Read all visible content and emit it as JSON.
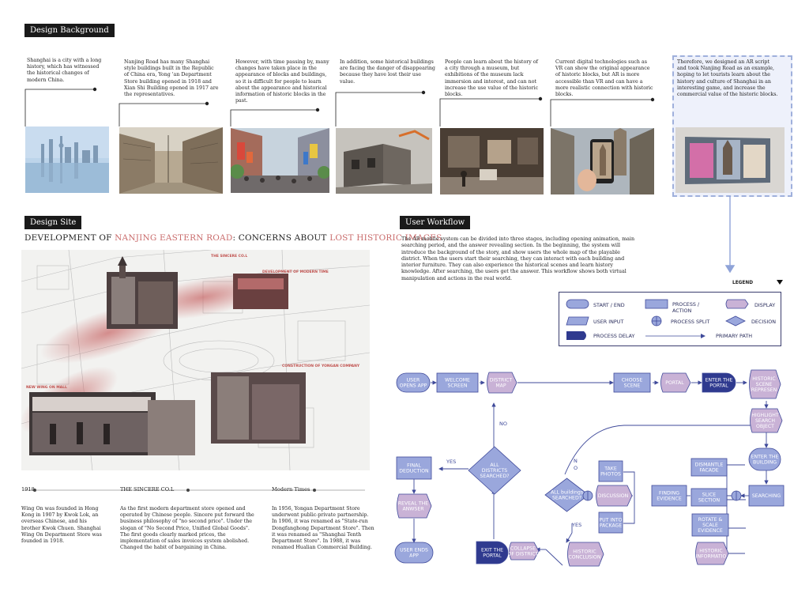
{
  "sections": {
    "background_title": "Design Background",
    "site_title": "Design Site",
    "workflow_title": "User Workflow"
  },
  "background": [
    {
      "text": "Shanghai is a city with a long history, which has witnessed the historical changes of modern China."
    },
    {
      "text": "Nanjing Road has many Shanghai style buildings built in the Republic of China era, Yong 'an Department Store building opened in 1918 and Xian Shi Building opened in 1917 are the representatives."
    },
    {
      "text": "However, with time passing by, many changes have taken place in the appearance of blocks and buildings, so it is difficult for people to learn about the appearance and historical information of historic blocks in the past."
    },
    {
      "text": "In addition, some historical buildings are facing the danger of disappearing because they have lost their use value."
    },
    {
      "text": "People can learn about the history of a city through a museum, but exhibitions of the museum lack immersion and interest, and can not increase the use value of the historic blocks."
    },
    {
      "text": "Current digital technologies such as VR can show the original appearance of historic blocks, but AR is more accessible than VR and can have a more realistic connection with historic blocks."
    },
    {
      "text": "Therefore, we designed an AR script and took Nanjing Road as an example, hoping to let tourists learn about the history and culture of Shanghai in an interesting game, and increase the commercial value of the historic blocks."
    }
  ],
  "site": {
    "headline_a": "DEVELOPMENT OF ",
    "headline_b": "NANJING EASTERN ROAD",
    "headline_c": ": CONCERNS ABOUT ",
    "headline_d": "LOST HISTORIC IMAGES",
    "map_labels": [
      "THE SINCERE CO.L",
      "DEVELOPMENT OF MODERN TIME",
      "CONSTRUCTION OF YONGAN COMPANY",
      "NEW WING ON MALL"
    ],
    "timeline": [
      {
        "label": "1918",
        "text": "Wing On was founded in Hong Kong in 1907 by Kwok Lok, an overseas Chinese, and his brother Kwok Chuen. Shanghai Wing On Department Store was founded in 1918."
      },
      {
        "label": "THE SINCERE CO.L",
        "text": "As the first modern department store opened and operated by Chinese people. Sincere put forward the business philosophy of \"no second price\". Under the slogan of \"No Second Price, Unified Global Goods\". The first goods clearly marked prices, the implementation of sales invoices system abolished. Changed the habit of bargaining in China."
      },
      {
        "label": "Modern Times",
        "text": "In 1956, Yongan Department Store underwent public-private partnership. In 1906, it was renamed as \"State-run Dongfanghong Department Store\". Then it was renamed as \"Shanghai Tenth Department Store\". In 1988, it was renamed Hualian Commercial Building."
      }
    ]
  },
  "workflow": {
    "intro": "The AR mobile system can be divided into three stages, including opening animation, main searching period, and the answer revealing section. In the beginning, the system will introduce the background of the story, and show users the whole map of the playable district. When the users start their searching, they can interact with each building and interior furniture. They can also experience the historical scenes and learn history knowledge. After searching, the users get the answer. This workflow shows both virtual manipulation and actions in the real world.",
    "legend": {
      "title": "LEGEND",
      "start_end": "START / END",
      "process_action_1": "PROCESS /",
      "process_action_2": "ACTION",
      "display": "DISPLAY",
      "user_input": "USER INPUT",
      "process_split": "PROCESS SPLIT",
      "decision": "DECISION",
      "process_delay": "PROCESS DELAY",
      "primary_path": "PRIMARY PATH"
    },
    "nodes": {
      "user_opens_app": [
        "USER",
        "OPENS APP"
      ],
      "welcome_screen": [
        "WELCOME",
        "SCREEN"
      ],
      "district_map": [
        "DISTRICT",
        "MAP"
      ],
      "choose_scene": [
        "CHOOSE",
        "SCENE"
      ],
      "portal": [
        "PORTAL"
      ],
      "enter_the_portal": [
        "ENTER THE",
        "PORTAL"
      ],
      "historic_scene": [
        "HISTORIC",
        "SCENE",
        "REPRESEN"
      ],
      "highlight": [
        "HIGHLIGHT",
        "SEARCH",
        "OBJECT"
      ],
      "enter_building": [
        "ENTER THE",
        "BUILDING"
      ],
      "searching": [
        "SEARCHING"
      ],
      "dismantle": [
        "DISMANTLE",
        "FACADE"
      ],
      "slice": [
        "SLICE",
        "SECTION"
      ],
      "rotate": [
        "ROTATE &",
        "SCALE",
        "EVIDENCE"
      ],
      "historic_info": [
        "HISTORIC",
        "INFORMATIO"
      ],
      "finding_evidence": [
        "FINDING",
        "EVIDENCE"
      ],
      "take_photos": [
        "TAKE",
        "PHOTOS"
      ],
      "discussion": [
        "DISCUSSION"
      ],
      "put_into_package": [
        "PUT INTO",
        "PACKAGE"
      ],
      "all_buildings": [
        "ALL buildings",
        "SEARCHED?"
      ],
      "historic_conclusion": [
        "HISTORIC",
        "CONCLUSION"
      ],
      "collapse": [
        "COLLAPSE",
        "OF DISTRICT"
      ],
      "exit_portal": [
        "EXIT THE",
        "PORTAL"
      ],
      "all_districts": [
        "ALL",
        "DISTRICTS",
        "SEARCHED?"
      ],
      "final_deduction": [
        "FINAL",
        "DEDUCTION"
      ],
      "reveal_answer": [
        "REVEAL THE",
        "ANWSER"
      ],
      "user_ends_app": [
        "USER ENDS",
        "APP"
      ]
    },
    "edge_labels": {
      "no_top": "NO",
      "yes_left": "YES",
      "no_loop_1": "N",
      "no_loop_2": "O",
      "yes_bottom": "YES"
    },
    "colors": {
      "node_fill": "#9aa7dc",
      "node_stroke": "#3f4a9a",
      "display_fill": "#c9b2d6",
      "delay_fill": "#2f3a8f",
      "text": "#ffffff",
      "accent_red": "#c96b6b"
    }
  }
}
